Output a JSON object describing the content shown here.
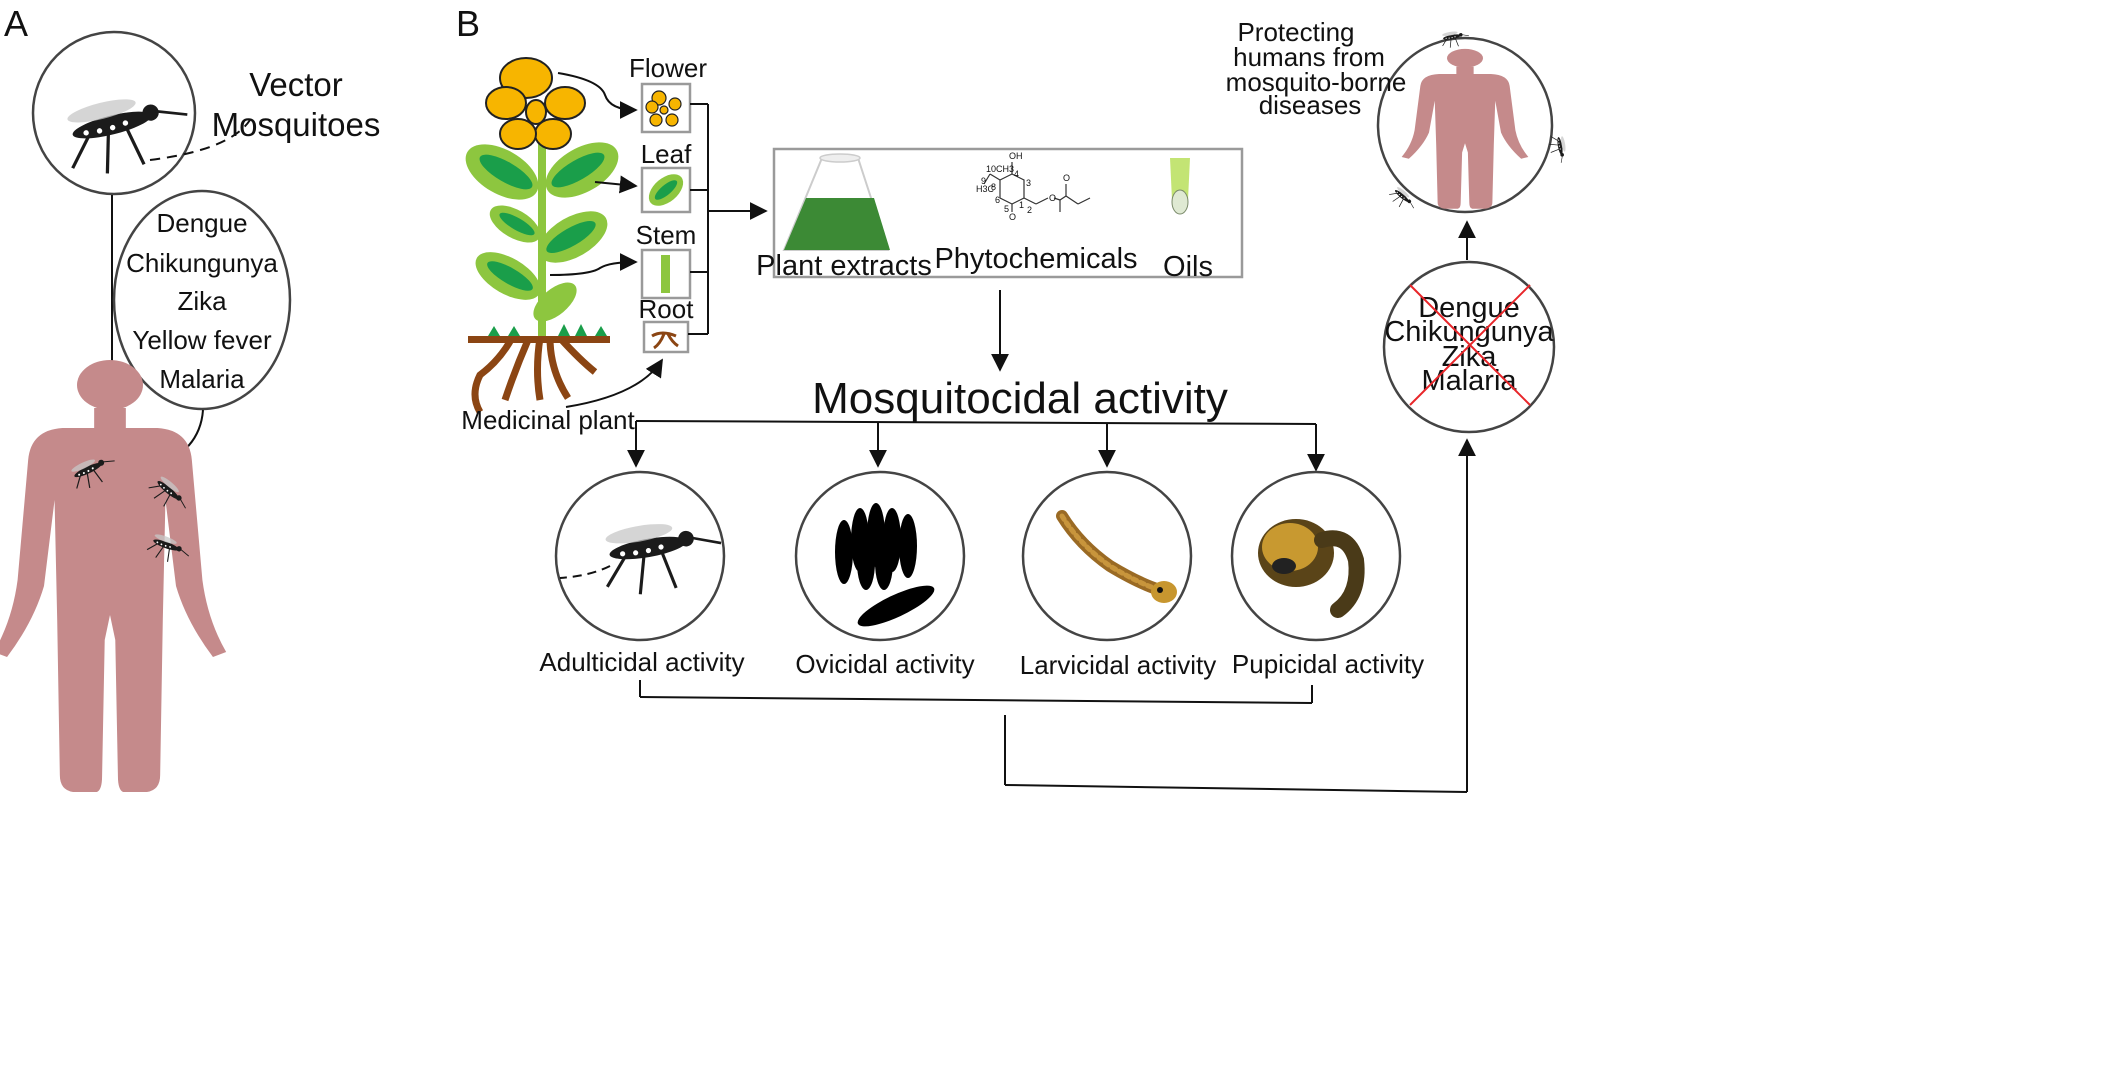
{
  "panel_a": {
    "label": "A",
    "vector_title_line1": "Vector",
    "vector_title_line2": "Mosquitoes",
    "diseases": [
      "Dengue",
      "Chikungunya",
      "Zika",
      "Yellow fever",
      "Malaria"
    ]
  },
  "panel_b": {
    "label": "B",
    "plant_caption": "Medicinal plant",
    "plant_parts": [
      "Flower",
      "Leaf",
      "Stem",
      "Root"
    ],
    "extract_types": [
      "Plant extracts",
      "Phytochemicals",
      "Oils"
    ],
    "chem_labels": [
      "OH",
      "O",
      "O",
      "O",
      "10",
      "CH3",
      "H3C",
      "9",
      "8",
      "6",
      "5",
      "4",
      "3",
      "2",
      "1"
    ],
    "activity_title": "Mosquitocidal activity",
    "activities": [
      "Adulticidal activity",
      "Ovicidal activity",
      "Larvicidal activity",
      "Pupicidal activity"
    ],
    "protect_text": [
      "Protecting",
      "humans from",
      "mosquito-borne",
      "diseases"
    ],
    "crossed_diseases": [
      "Dengue",
      "Chikungunya",
      "Zika",
      "Malaria"
    ]
  },
  "colors": {
    "human": "#c58a8b",
    "flower": "#f7b500",
    "leaf_light": "#8dc63f",
    "leaf_dark": "#1a9e4a",
    "root": "#8b4513",
    "extract": "#3c8a35",
    "cross": "#e8262a"
  }
}
